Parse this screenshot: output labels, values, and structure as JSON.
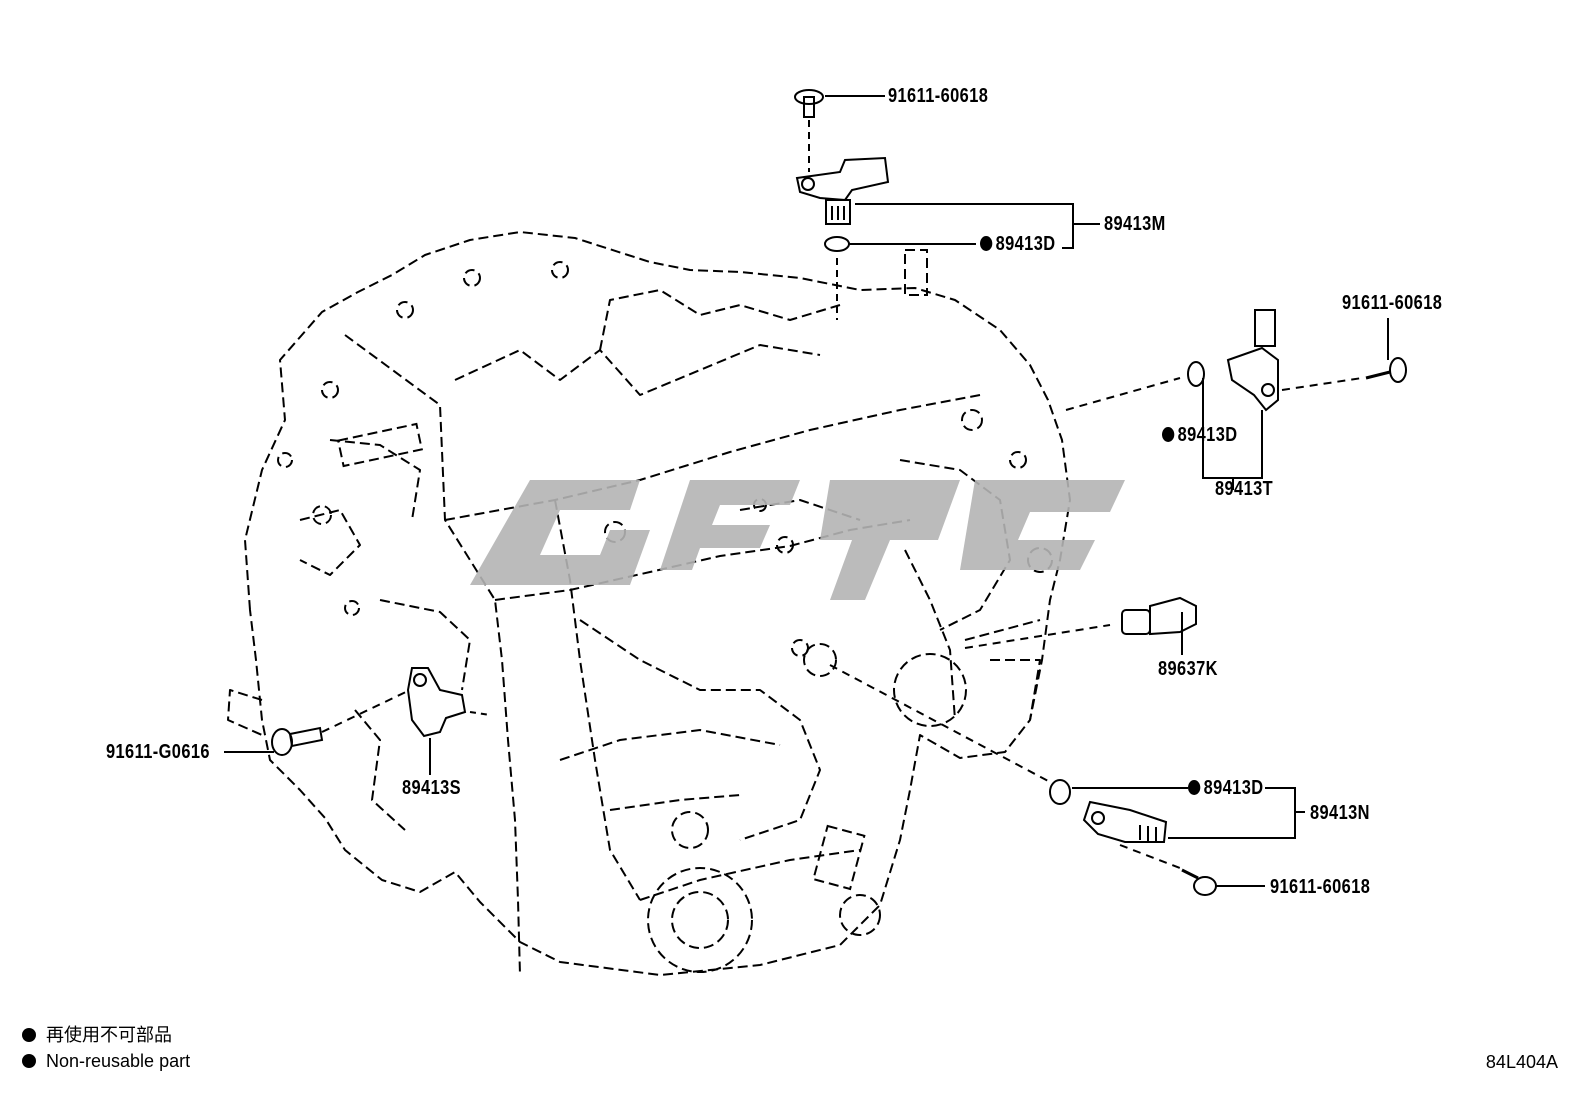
{
  "diagram": {
    "parts": {
      "bolt_top": "91611-60618",
      "sensor_top_assy": "89413M",
      "oring_top": "89413D",
      "bolt_right": "91611-60618",
      "oring_right": "89413D",
      "sensor_right_assy": "89413T",
      "pressure_switch": "89637K",
      "bolt_left": "91611-G0616",
      "sensor_left": "89413S",
      "oring_bottom": "89413D",
      "sensor_bottom_assy": "89413N",
      "bolt_bottom": "91611-60618"
    },
    "legend": {
      "line_jp": "再使用不可部品",
      "line_en": "Non-reusable part"
    },
    "figure_code": "84L404A",
    "colors": {
      "ink": "#000000",
      "watermark": "#b4b4b4",
      "background": "#ffffff"
    }
  }
}
